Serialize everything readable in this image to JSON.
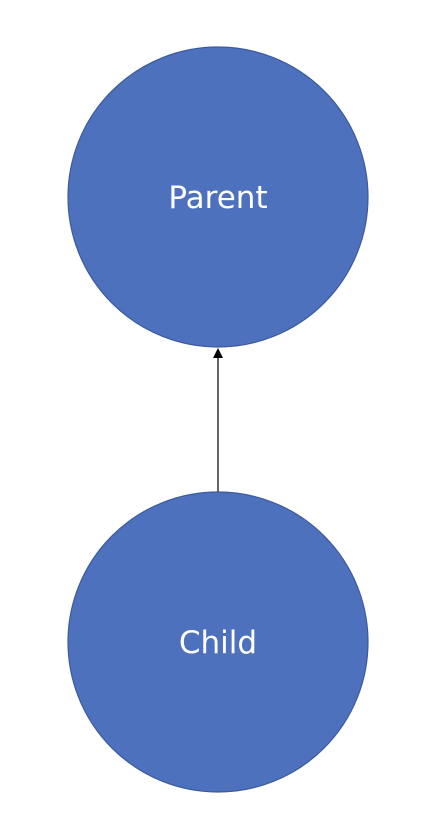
{
  "diagram": {
    "nodes": [
      {
        "id": "parent",
        "label": "Parent"
      },
      {
        "id": "child",
        "label": "Child"
      }
    ],
    "edges": [
      {
        "from": "child",
        "to": "parent",
        "arrow": "to"
      }
    ],
    "colors": {
      "node_fill": "#4e71be",
      "node_stroke": "#3c5a9c",
      "label": "#ffffff",
      "edge": "#000000"
    }
  }
}
